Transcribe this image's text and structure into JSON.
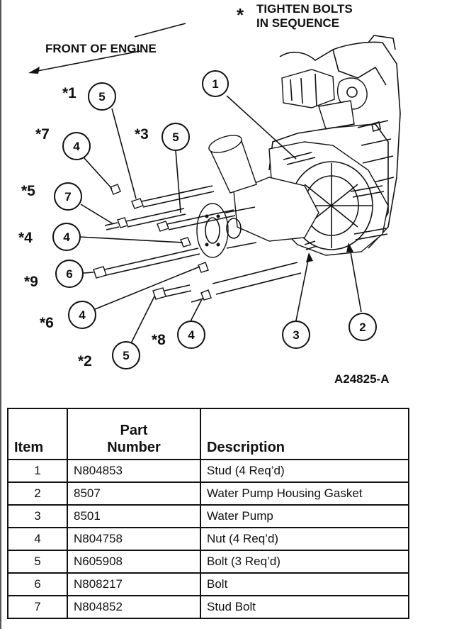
{
  "diagram": {
    "sequence_note_star": "*",
    "sequence_note_line1": "TIGHTEN BOLTS",
    "sequence_note_line2": "IN SEQUENCE",
    "front_label": "FRONT OF ENGINE",
    "figure_id": "A24825-A",
    "callouts": [
      {
        "num": "1"
      },
      {
        "num": "2"
      },
      {
        "num": "3"
      },
      {
        "num": "5",
        "seq": "*1"
      },
      {
        "num": "5",
        "seq": "*3"
      },
      {
        "num": "4",
        "seq": "*7"
      },
      {
        "num": "7",
        "seq": "*5"
      },
      {
        "num": "4",
        "seq": "*4"
      },
      {
        "num": "6",
        "seq": "*9"
      },
      {
        "num": "4",
        "seq": "*6"
      },
      {
        "num": "4",
        "seq": "*8"
      },
      {
        "num": "5",
        "seq": "*2"
      }
    ]
  },
  "table": {
    "headers": {
      "item": "Item",
      "part_line1": "Part",
      "part_line2": "Number",
      "description": "Description"
    },
    "rows": [
      {
        "item": "1",
        "part": "N804853",
        "description": "Stud (4 Req’d)"
      },
      {
        "item": "2",
        "part": "8507",
        "description": "Water Pump Housing Gasket"
      },
      {
        "item": "3",
        "part": "8501",
        "description": "Water Pump"
      },
      {
        "item": "4",
        "part": "N804758",
        "description": "Nut (4 Req’d)"
      },
      {
        "item": "5",
        "part": "N605908",
        "description": "Bolt (3 Req’d)"
      },
      {
        "item": "6",
        "part": "N808217",
        "description": "Bolt"
      },
      {
        "item": "7",
        "part": "N804852",
        "description": "Stud Bolt"
      }
    ]
  }
}
